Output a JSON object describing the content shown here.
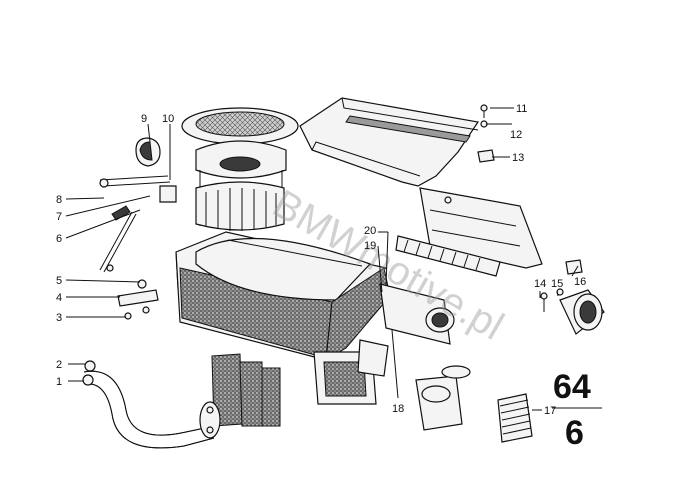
{
  "diagram": {
    "watermark": "BMWmotive.pl",
    "section_major": "64",
    "section_minor": "6",
    "callouts": {
      "n1": "1",
      "n2": "2",
      "n3": "3",
      "n4": "4",
      "n5": "5",
      "n6": "6",
      "n7": "7",
      "n8": "8",
      "n9": "9",
      "n10": "10",
      "n11": "11",
      "n12": "12",
      "n13": "13",
      "n14": "14",
      "n15": "15",
      "n16": "16",
      "n17": "17",
      "n18": "18",
      "n19": "19",
      "n20": "20"
    }
  }
}
